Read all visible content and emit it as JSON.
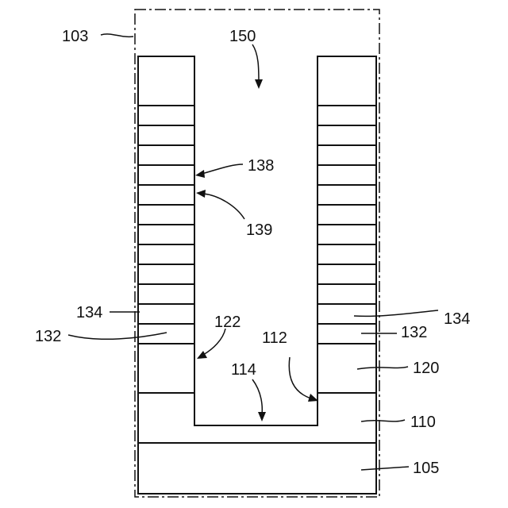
{
  "figure": {
    "labels": {
      "region": "103",
      "opening": "150",
      "layer_a": "138",
      "layer_b": "139",
      "layer_134_left": "134",
      "layer_134_right": "134",
      "layer_132_left": "132",
      "layer_132_right": "132",
      "sidewall": "122",
      "surface": "112",
      "bottom": "114",
      "layer_120": "120",
      "layer_110": "110",
      "substrate": "105"
    }
  }
}
